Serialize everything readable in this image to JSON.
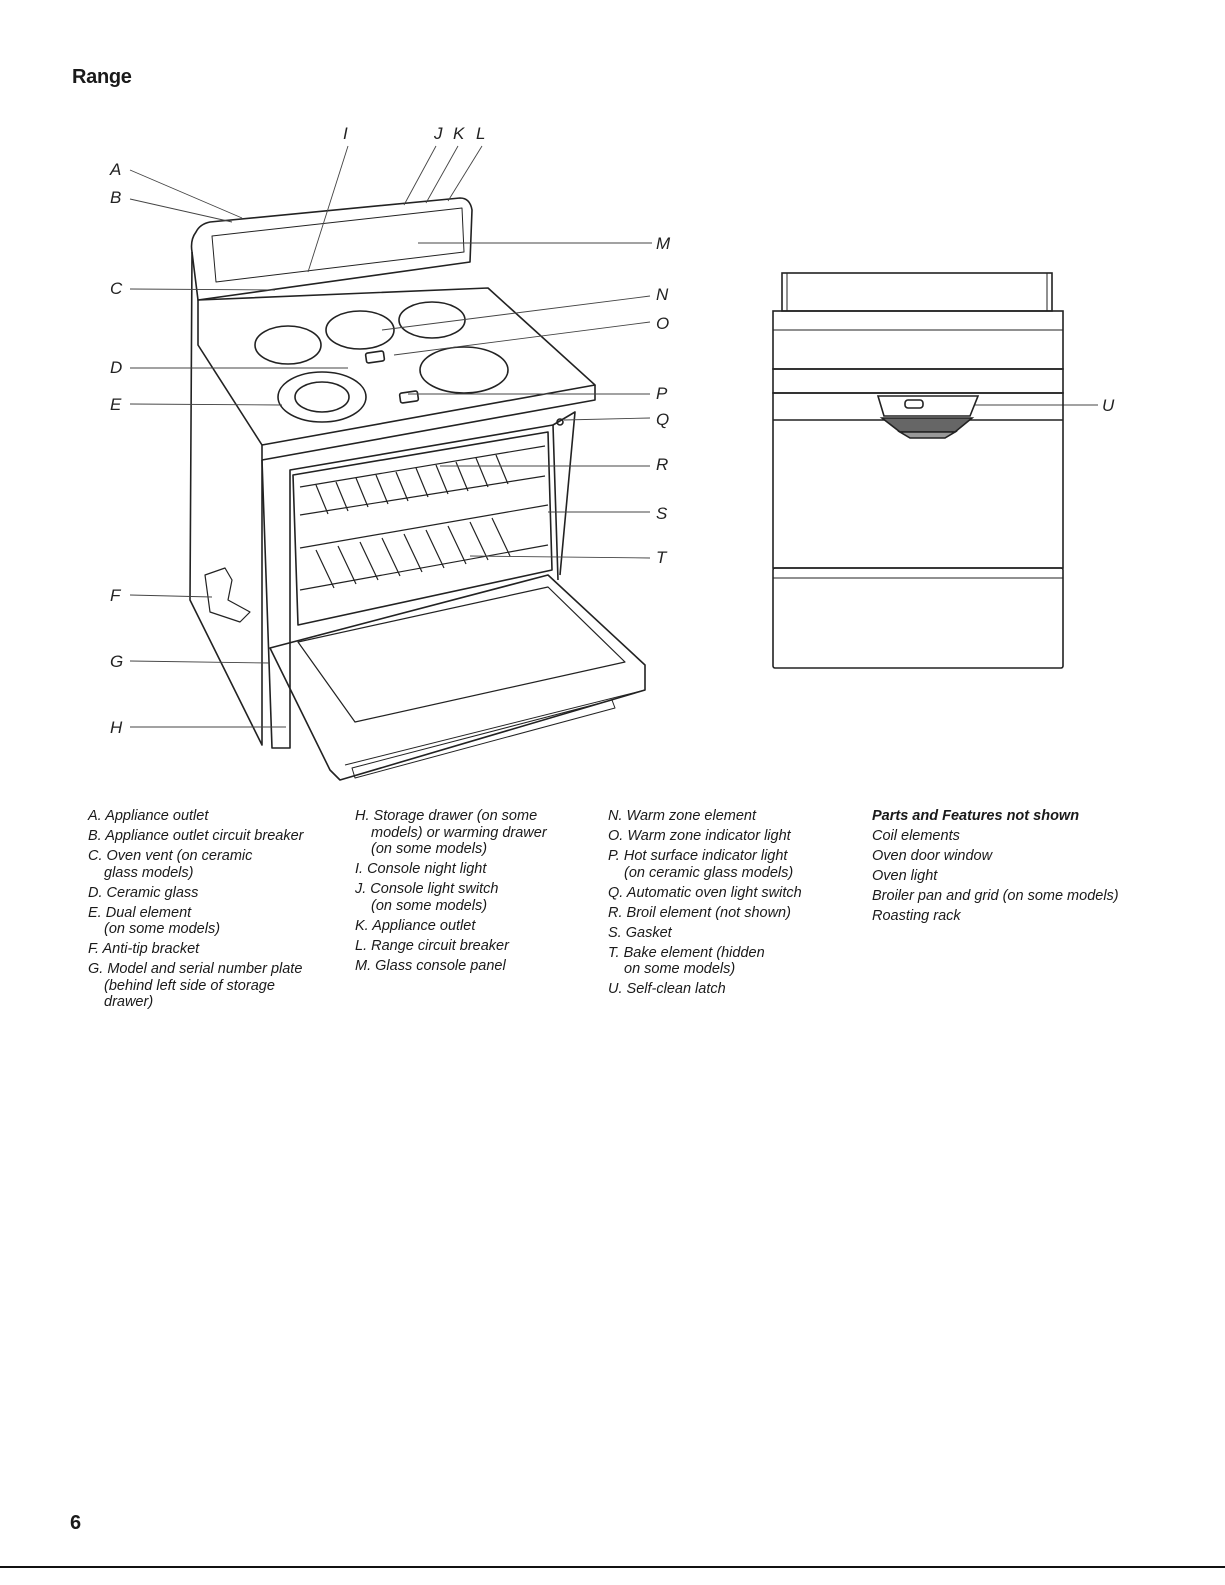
{
  "section_title": "Range",
  "callouts": {
    "A": "A",
    "B": "B",
    "C": "C",
    "D": "D",
    "E": "E",
    "F": "F",
    "G": "G",
    "H": "H",
    "I": "I",
    "J": "J",
    "K": "K",
    "L": "L",
    "M": "M",
    "N": "N",
    "O": "O",
    "P": "P",
    "Q": "Q",
    "R": "R",
    "S": "S",
    "T": "T",
    "U": "U"
  },
  "legend_col1": [
    {
      "line1": "A. Appliance outlet"
    },
    {
      "line1": "B. Appliance outlet circuit breaker"
    },
    {
      "line1": "C. Oven vent (on ceramic",
      "line2": "glass models)"
    },
    {
      "line1": "D. Ceramic glass"
    },
    {
      "line1": "E. Dual element",
      "line2": "(on some models)"
    },
    {
      "line1": "F. Anti-tip bracket"
    },
    {
      "line1": "G. Model and serial number plate",
      "line2": "(behind left side of storage",
      "line3": "drawer)"
    }
  ],
  "legend_col2": [
    {
      "line1": "H. Storage drawer (on some",
      "line2": "models) or warming drawer",
      "line3": "(on some models)"
    },
    {
      "line1": "I. Console night light"
    },
    {
      "line1": "J. Console light switch",
      "line2": "(on some models)"
    },
    {
      "line1": "K. Appliance outlet"
    },
    {
      "line1": "L. Range circuit breaker"
    },
    {
      "line1": "M. Glass console panel"
    }
  ],
  "legend_col3": [
    {
      "line1": "N. Warm zone element"
    },
    {
      "line1": "O. Warm zone indicator light"
    },
    {
      "line1": "P. Hot surface indicator light",
      "line2": "(on ceramic glass models)"
    },
    {
      "line1": "Q. Automatic oven light switch"
    },
    {
      "line1": "R. Broil element (not shown)"
    },
    {
      "line1": "S. Gasket"
    },
    {
      "line1": "T. Bake element (hidden",
      "line2": "on some models)"
    },
    {
      "line1": "U. Self-clean latch"
    }
  ],
  "not_shown": {
    "heading": "Parts and Features not shown",
    "items": [
      "Coil elements",
      "Oven door window",
      "Oven light",
      "Broiler pan and grid (on some models)",
      "Roasting rack"
    ]
  },
  "page_number": "6"
}
